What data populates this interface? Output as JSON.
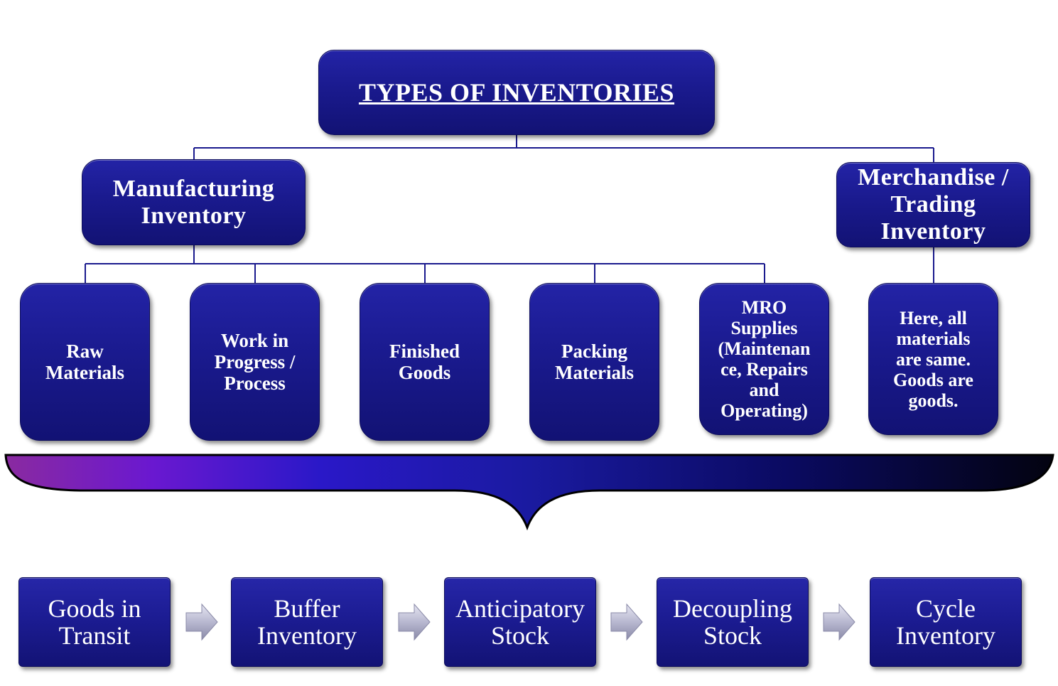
{
  "title": "TYPES OF INVENTORIES",
  "categories": {
    "manufacturing": "Manufacturing\nInventory",
    "merchandise": "Merchandise /\nTrading\nInventory"
  },
  "manufacturing_types": [
    "Raw\nMaterials",
    "Work in\nProgress /\nProcess",
    "Finished\nGoods",
    "Packing\nMaterials",
    "MRO\nSupplies\n(Maintenan\nce, Repairs\nand\nOperating)"
  ],
  "merchandise_note": "Here, all\nmaterials\nare same.\nGoods are\ngoods.",
  "flow": [
    "Goods in\nTransit",
    "Buffer\nInventory",
    "Anticipatory\nStock",
    "Decoupling\nStock",
    "Cycle\nInventory"
  ],
  "colors": {
    "box": "#1a1a8e",
    "connector": "#1a1a8e",
    "brace_start": "#7b2aa8",
    "brace_end": "#050510",
    "arrow": "#9a9ab8"
  }
}
